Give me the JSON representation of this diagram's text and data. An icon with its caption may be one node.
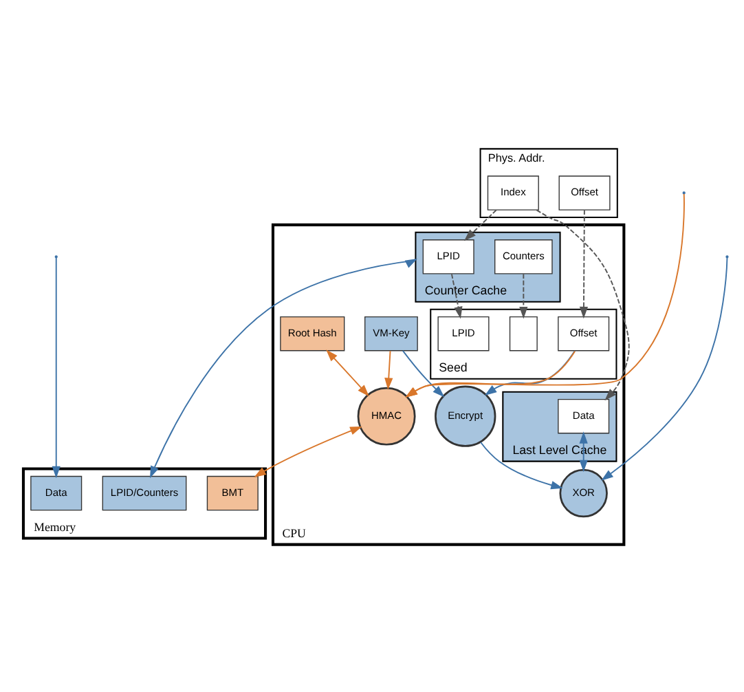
{
  "diagram": {
    "nodes": [
      {
        "text": [
          "CPU"
        ]
      },
      {
        "text": [
          "Last Level Cache"
        ],
        "in": 0
      },
      {
        "text": [
          "Data"
        ],
        "in": 1
      },
      {
        "text": [
          "Counter Cache"
        ],
        "in": 0
      },
      {
        "text": [
          "LPID"
        ],
        "in": 3
      },
      {
        "text": [
          "Counters"
        ],
        "in": 3
      },
      {
        "text": [
          "Seed"
        ],
        "in": 0
      },
      {
        "text": [
          "LPID"
        ],
        "in": 6
      },
      {
        "text": [],
        "shape": "box",
        "in": 6
      },
      {
        "text": [
          "Offset"
        ],
        "in": 6
      },
      {
        "text": [
          "XOR"
        ],
        "in": 0
      },
      {
        "text": [
          "Encrypt"
        ],
        "in": 0
      },
      {
        "text": [
          "VM-Key"
        ],
        "in": 0
      },
      {
        "text": [
          "HMAC"
        ],
        "in": 0
      },
      {
        "text": [
          "Root Hash"
        ],
        "in": 0
      },
      {
        "text": [
          "Phys. Addr."
        ]
      },
      {
        "text": [
          "Index"
        ],
        "in": 15
      },
      {
        "text": [
          "Offset"
        ],
        "in": 15
      },
      {
        "text": [
          "Memory"
        ]
      },
      {
        "text": [
          "LPID/Counters"
        ],
        "in": 18
      },
      {
        "text": [
          "BMT"
        ],
        "in": 18
      },
      {
        "text": [
          "Data"
        ],
        "in": 18
      }
    ],
    "edges": [
      {
        "from": 2,
        "to": 10,
        "arrow": "both"
      },
      {
        "from": null,
        "to": 10,
        "arrow": "to"
      },
      {
        "from": 11,
        "to": 10,
        "arrow": "to"
      },
      {
        "from": 12,
        "to": 11,
        "arrow": "to"
      },
      {
        "from": 9,
        "to": 11,
        "arrow": "to"
      },
      {
        "from": null,
        "to": 13,
        "arrow": "to",
        "color": "#d9772b"
      },
      {
        "from": 12,
        "to": 13,
        "arrow": "to",
        "color": "#d9772b"
      },
      {
        "from": 9,
        "to": 13,
        "arrow": "to",
        "color": "#d9772b"
      },
      {
        "from": 14,
        "to": 13,
        "arrow": "both",
        "color": "#d9772b"
      },
      {
        "from": 13,
        "to": 20,
        "arrow": "both",
        "color": "#d9772b"
      },
      {
        "from": 3,
        "to": 19,
        "arrow": "both"
      },
      {
        "from": null,
        "to": 21,
        "arrow": "to"
      },
      {
        "from": 4,
        "to": 7,
        "arrow": "to",
        "style": "dashed",
        "color": "#555555"
      },
      {
        "from": 5,
        "to": 8,
        "arrow": "to",
        "style": "dashed",
        "color": "#555555"
      },
      {
        "from": 16,
        "to": 2,
        "arrow": "to",
        "style": "dashed",
        "color": "#555555"
      },
      {
        "from": 16,
        "to": 4,
        "arrow": "to",
        "style": "dashed",
        "color": "#555555"
      },
      {
        "from": 17,
        "to": 9,
        "arrow": "to",
        "style": "dashed",
        "color": "#555555"
      }
    ]
  }
}
